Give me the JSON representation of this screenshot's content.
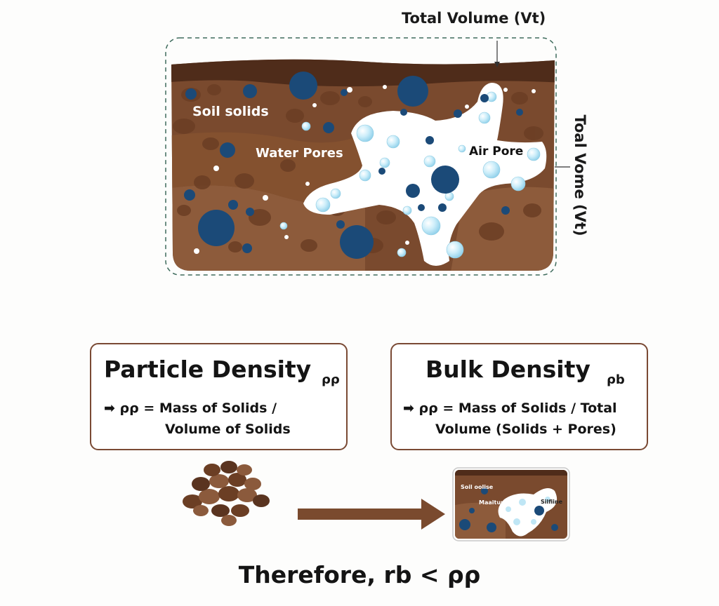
{
  "labels": {
    "total_volume_top": "Total Volume (Vt)",
    "total_volume_side": "Toal Vome (Vt)",
    "soil_solids": "Soil solids",
    "water_pores": "Water Pores",
    "air_pore": "Air Pore"
  },
  "particle_card": {
    "title": "Particle Density",
    "symbol": "ρρ",
    "arrow": "➡",
    "formula_line1": "ρρ = Mass of Solids /",
    "formula_line2": "Volume of Solids"
  },
  "bulk_card": {
    "title": "Bulk Density",
    "symbol": "ρb",
    "arrow": "➡",
    "formula_line1": "ρρ = Mass of Solids / Total",
    "formula_line2": "Volume (Solids + Pores)"
  },
  "mini_labels": {
    "soil": "Soil oolise",
    "water": "Maaiturass",
    "air": "Silfiine"
  },
  "conclusion": "Therefore, rb < ρρ",
  "colors": {
    "soil_dark": "#5a3420",
    "soil_mid": "#7a4a2e",
    "soil_light": "#8d5b3b",
    "water_pore": "#1b4a78",
    "air_pore": "#ffffff",
    "bubble": "#bfe6f5",
    "card_border": "#7a4a34",
    "arrow": "#7a4a2e"
  }
}
